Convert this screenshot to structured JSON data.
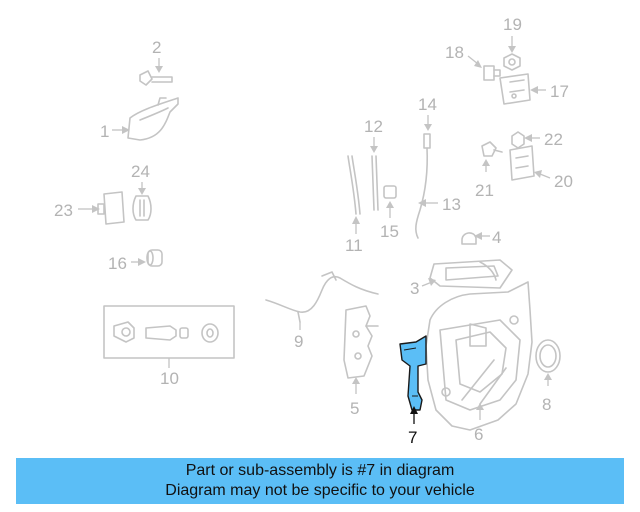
{
  "diagram": {
    "highlight_part": "7",
    "highlight_color": "#5bbef6",
    "callouts": {
      "c1": "1",
      "c2": "2",
      "c3": "3",
      "c4": "4",
      "c5": "5",
      "c6": "6",
      "c7": "7",
      "c8": "8",
      "c9": "9",
      "c10": "10",
      "c11": "11",
      "c12": "12",
      "c13": "13",
      "c14": "14",
      "c15": "15",
      "c16": "16",
      "c17": "17",
      "c18": "18",
      "c19": "19",
      "c20": "20",
      "c21": "21",
      "c22": "22",
      "c23": "23",
      "c24": "24"
    }
  },
  "caption": {
    "line1": "Part or sub-assembly is #7 in diagram",
    "line2": "Diagram may not be specific to your vehicle",
    "background_color": "#5bbef6"
  }
}
